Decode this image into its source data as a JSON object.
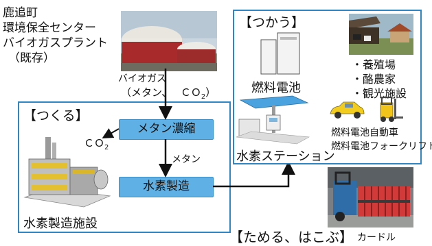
{
  "facility": {
    "lines": [
      "鹿追町",
      "環境保全センター",
      "バイオガスプラント",
      "（既存）"
    ]
  },
  "biogas": {
    "label": "バイオガス",
    "composition_open": "（メタン、",
    "composition_co2": "ＣＯ",
    "composition_sub": "2",
    "composition_close": "）"
  },
  "tsukuru": {
    "title": "【つくる】",
    "co2_label": "ＣＯ",
    "co2_sub": "2",
    "methane_concentration": "メタン濃縮",
    "methane_flow": "メタン",
    "hydrogen_production": "水素製造",
    "facility_caption": "水素製造施設"
  },
  "tsukau": {
    "title": "【つかう】",
    "fuel_cell": "燃料電池",
    "uses": [
      "・養殖場",
      "・酪農家",
      "・観光施設"
    ],
    "vehicles": [
      "燃料電池自動車",
      "燃料電池フォークリフト"
    ],
    "station": "水素ステーション"
  },
  "tameru": {
    "title": "【ためる、はこぶ】",
    "curdle": "カードル"
  },
  "colors": {
    "box_border": "#2f86c7",
    "process_fill": "#5fb0e4",
    "arrow": "#111111",
    "use_arrow": "#2f86c7"
  }
}
